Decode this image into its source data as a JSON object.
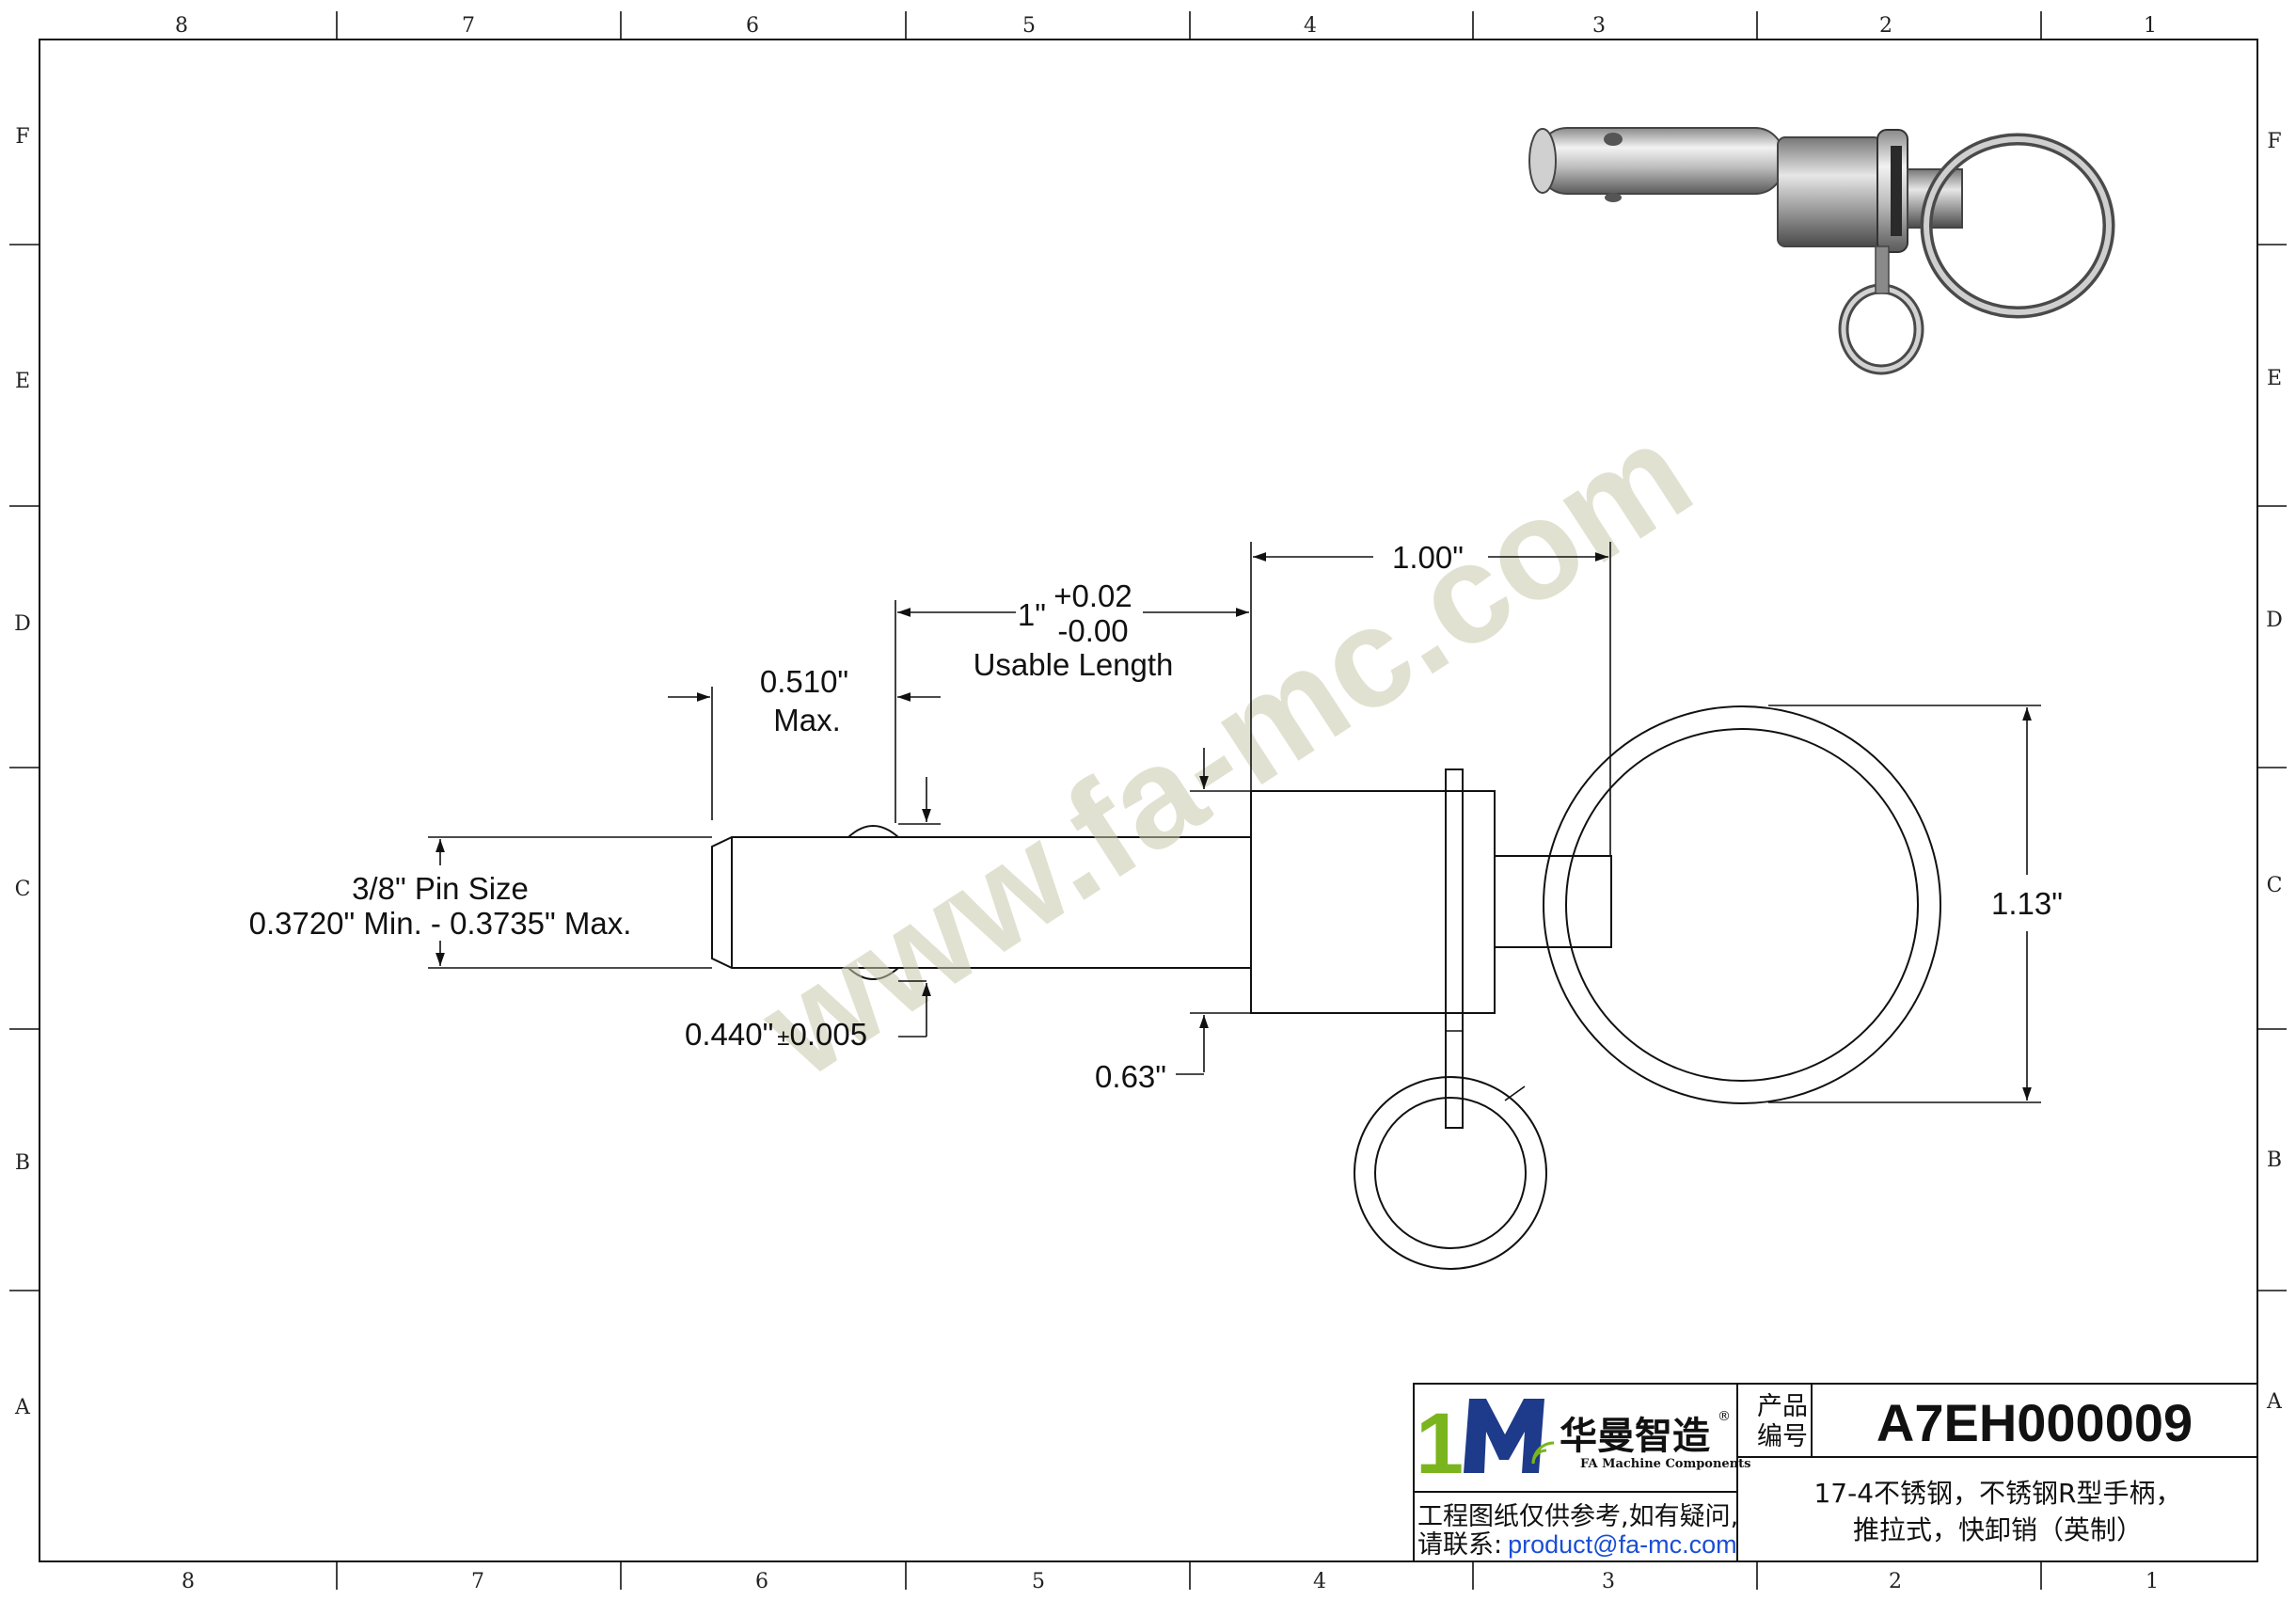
{
  "frame": {
    "columns": [
      "8",
      "7",
      "6",
      "5",
      "4",
      "3",
      "2",
      "1"
    ],
    "rows": [
      "F",
      "E",
      "D",
      "C",
      "B",
      "A"
    ]
  },
  "watermark": "www.fa-mc.com",
  "dimensions": {
    "width_1_00": "1.00\"",
    "usable_main": "1\"",
    "tol_plus": "+0.02",
    "tol_minus": "-0.00",
    "usable_label": "Usable Length",
    "tip_max_value": "0.510\"",
    "tip_max_label": "Max.",
    "pin_size": "3/8\" Pin Size",
    "pin_range": "0.3720\" Min. - 0.3735\" Max.",
    "ball_pos": "0.440\"",
    "ball_tol_sign": "±",
    "ball_tol": "0.005",
    "grip_dia": "0.63\"",
    "ring_dia": "1.13\""
  },
  "title_block": {
    "brand_logo_text": "1M",
    "brand_cn": "华曼智造",
    "brand_en": "FA Machine Components",
    "brand_reg": "®",
    "product_label_line1": "产品",
    "product_label_line2": "编号",
    "product_code": "A7EH000009",
    "description_line1": "17-4不锈钢，不锈钢R型手柄，",
    "description_line2": "推拉式，快卸销（英制）",
    "note_line1": "工程图纸仅供参考,如有疑问,",
    "note_line2_prefix": "请联系:",
    "email": "product@fa-mc.com"
  },
  "colors": {
    "line": "#111111",
    "watermark": "#c9c9ad",
    "logo_green": "#7ab51d",
    "logo_blue": "#1e3a8a",
    "email_blue": "#1a4fd6"
  }
}
